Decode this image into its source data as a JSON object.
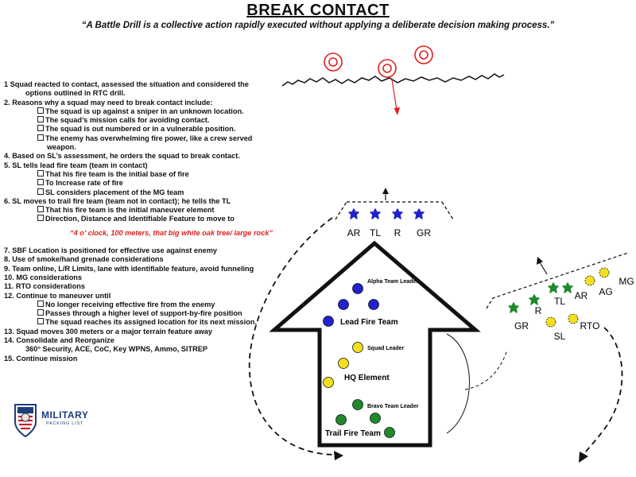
{
  "header": {
    "title": "BREAK CONTACT",
    "quote": "“A Battle Drill is a collective action rapidly executed without applying a deliberate decision making process.”"
  },
  "steps": [
    {
      "type": "main",
      "text": "1 Squad reacted to contact, assessed the situation and considered the"
    },
    {
      "type": "cont",
      "text": "options outlined in RTC drill."
    },
    {
      "type": "main",
      "text": "2.  Reasons why a squad may need to break contact include:"
    },
    {
      "type": "sub",
      "text": "The squad is up against a sniper in an unknown location."
    },
    {
      "type": "sub",
      "text": "The squad’s mission calls for avoiding contact."
    },
    {
      "type": "sub",
      "text": "The squad is out numbered or in a vulnerable position."
    },
    {
      "type": "sub",
      "text": "The enemy has overwhelming fire power, like a crew served"
    },
    {
      "type": "subwrap",
      "text": "weapon."
    },
    {
      "type": "main",
      "text": "4.  Based on SL’s assessment, he orders the squad to break contact."
    },
    {
      "type": "main",
      "text": "5. SL tells lead fire team (team in contact)"
    },
    {
      "type": "sub",
      "text": "That his fire team is the initial base of fire"
    },
    {
      "type": "sub",
      "text": "To Increase rate of fire"
    },
    {
      "type": "sub",
      "text": "SL considers placement of the MG team"
    },
    {
      "type": "main",
      "text": "6. SL moves to trail fire team (team not in contact); he tells the TL"
    },
    {
      "type": "sub",
      "text": "That his fire team is the initial maneuver element"
    },
    {
      "type": "sub",
      "text": "Direction, Distance and Identifiable Feature to move to"
    },
    {
      "type": "red",
      "text": "“4 o’ clock, 100 meters, that big white oak tree/ large rock”"
    },
    {
      "type": "main",
      "text": "7. SBF Location is positioned for effective use against enemy"
    },
    {
      "type": "main",
      "text": "8. Use of smoke/hand grenade considerations"
    },
    {
      "type": "main",
      "text": "9. Team online, L/R Limits, lane with identifiable feature, avoid funneling"
    },
    {
      "type": "main",
      "text": "10. MG considerations"
    },
    {
      "type": "main",
      "text": "11. RTO considerations"
    },
    {
      "type": "main",
      "text": "12. Continue to maneuver until"
    },
    {
      "type": "sub",
      "text": "No longer receiving effective fire from the enemy"
    },
    {
      "type": "sub",
      "text": "Passes through a higher level of support-by-fire position"
    },
    {
      "type": "sub",
      "text": "The squad reaches its assigned location for its next mission."
    },
    {
      "type": "main",
      "text": "13. Squad moves 300 meters or a major terrain feature away"
    },
    {
      "type": "main",
      "text": "14. Consolidate and Reorganize"
    },
    {
      "type": "cont",
      "text": "360° Security, ACE, CoC, Key WPNS, Ammo, SITREP"
    },
    {
      "type": "main",
      "text": "15. Continue mission"
    }
  ],
  "diagram": {
    "top_team_labels": [
      "AR",
      "TL",
      "R",
      "GR"
    ],
    "arrow_labels": {
      "alpha_leader": "Alpha Team Leader",
      "lead_fire_team": "Lead Fire Team",
      "squad_leader": "Squad Leader",
      "hq_element": "HQ Element",
      "bravo_leader": "Bravo Team Leader",
      "trail_fire_team": "Trail Fire Team"
    },
    "right_labels": {
      "gr": "GR",
      "r": "R",
      "tl": "TL",
      "ar": "AR",
      "ag": "AG",
      "mg": "MG",
      "sl": "SL",
      "rto": "RTO"
    },
    "colors": {
      "enemy": "#e02020",
      "alpha": "#2222cc",
      "hq": "#f2e020",
      "bravo": "#1e8a2a",
      "outline": "#111111"
    }
  },
  "logo": {
    "title": "MILITARY",
    "subtitle": "PACKING LIST"
  }
}
